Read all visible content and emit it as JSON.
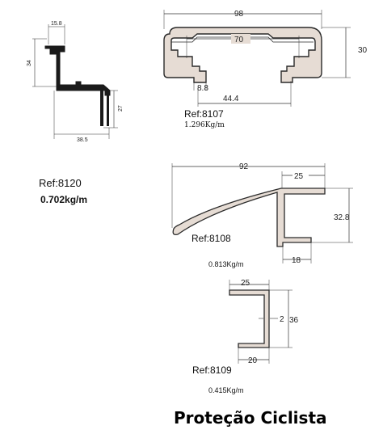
{
  "title": "Proteção Ciclista",
  "profiles": [
    {
      "ref": "Ref:8120",
      "weight": "0.702kg/m",
      "dims": [
        "15.8",
        "34",
        "27",
        "38.5"
      ]
    },
    {
      "ref": "Ref:8107",
      "weight": "1.296Kg/m",
      "dims": [
        "98",
        "70",
        "30",
        "8.8",
        "44.4"
      ]
    },
    {
      "ref": "Ref:8108",
      "weight": "0.813Kg/m",
      "dims": [
        "92",
        "25",
        "32.8",
        "18"
      ]
    },
    {
      "ref": "Ref:8109",
      "weight": "0.415Kg/m",
      "dims": [
        "25",
        "2",
        "36",
        "20"
      ]
    }
  ],
  "colors": {
    "profile_fill": "#e6dcd4",
    "profile_stroke": "#2a2a2a",
    "profile_dark": "#1a1a1a"
  }
}
